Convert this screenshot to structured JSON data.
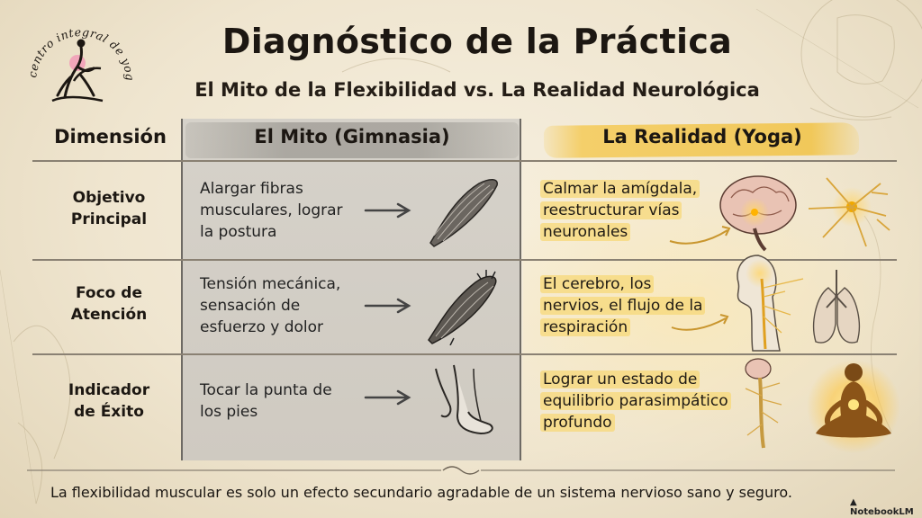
{
  "logo": {
    "text": "centro integral de yoga"
  },
  "header": {
    "title": "Diagnóstico de la Práctica",
    "subtitle": "El Mito de la Flexibilidad vs. La Realidad Neurológica"
  },
  "table": {
    "headers": {
      "dimension": "Dimensión",
      "myth": "El Mito (Gimnasia)",
      "reality": "La Realidad (Yoga)"
    },
    "rows": [
      {
        "dimension": [
          "Objetivo",
          "Principal"
        ],
        "myth": [
          "Alargar fibras",
          "musculares, lograr",
          "la postura"
        ],
        "reality": [
          "Calmar la amígdala,",
          "reestructurar vías",
          "neuronales"
        ],
        "myth_icon": "muscle-icon",
        "reality_icon": "brain-neuron-icon"
      },
      {
        "dimension": [
          "Foco de",
          "Atención"
        ],
        "myth": [
          "Tensión mecánica,",
          "sensación de",
          "esfuerzo y dolor"
        ],
        "reality": [
          "El cerebro, los",
          "nervios, el flujo de la",
          "respiración"
        ],
        "myth_icon": "strained-muscle-icon",
        "reality_icon": "nervous-system-lungs-icon"
      },
      {
        "dimension": [
          "Indicador",
          "de Éxito"
        ],
        "myth": [
          "Tocar la punta de",
          "los pies"
        ],
        "reality": [
          "Lograr un estado de",
          "equilibrio parasimpático",
          "profundo"
        ],
        "myth_icon": "toe-touch-icon",
        "reality_icon": "meditation-spine-icon"
      }
    ]
  },
  "footer": {
    "text": "La flexibilidad muscular es solo un efecto secundario agradable de un sistema nervioso sano y seguro.",
    "brand": "NotebookLM"
  },
  "colors": {
    "paper": "#efe6d3",
    "myth_column": "#d3cec6",
    "reality_highlight": "#f4cf6a",
    "text": "#1c1712"
  }
}
